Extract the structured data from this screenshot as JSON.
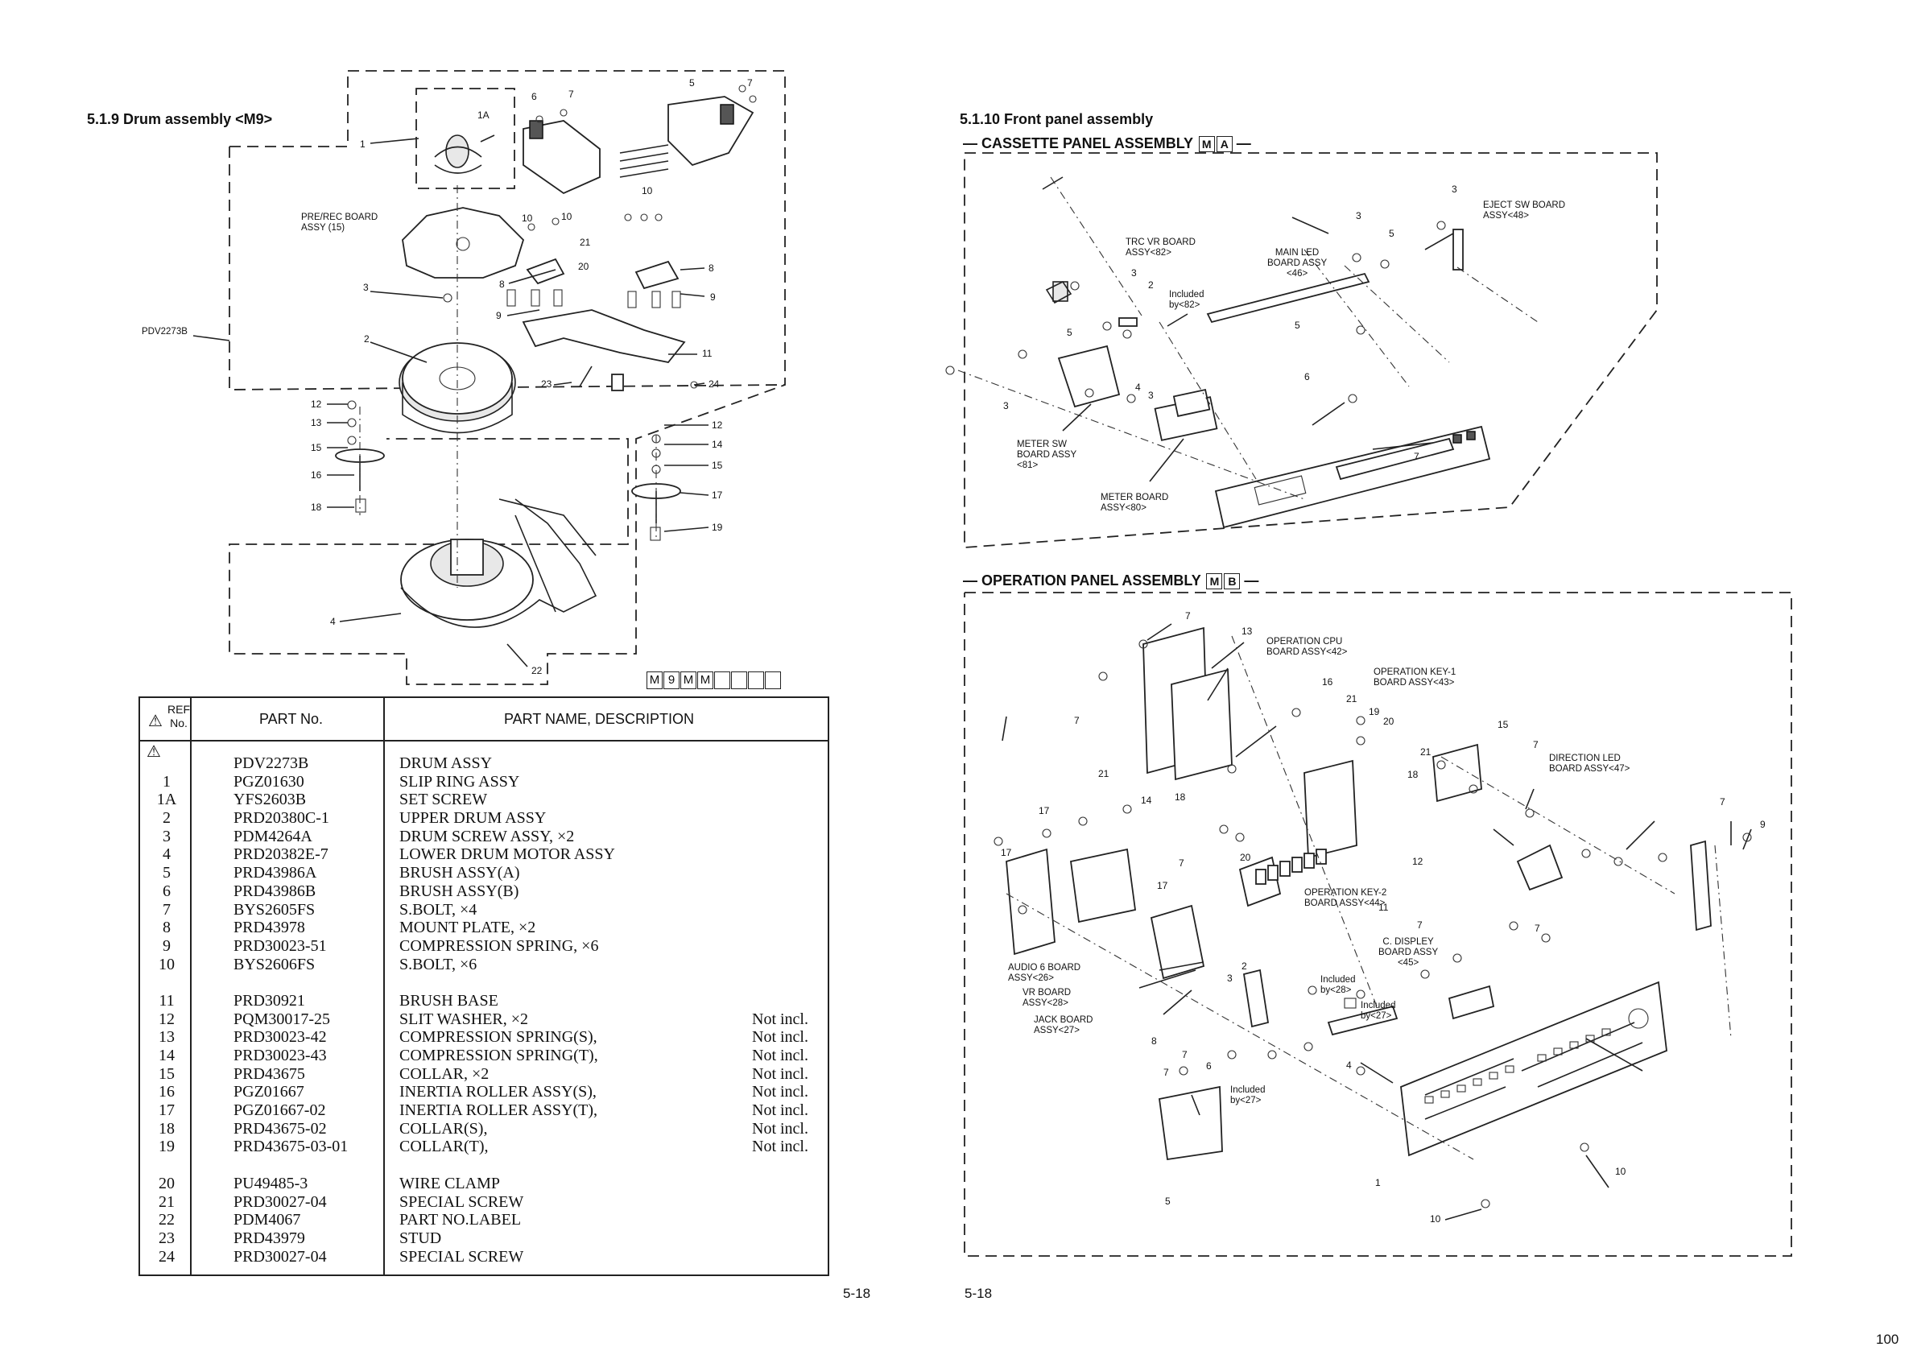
{
  "left_page": {
    "section_title": "5.1.9   Drum assembly <M9>",
    "model_code": "PDV2273B",
    "board_label": "PRE/REC BOARD\nASSY (15)",
    "callouts": [
      "1A",
      "6",
      "7",
      "5",
      "7",
      "1",
      "10",
      "10",
      "10",
      "21",
      "8",
      "20",
      "8",
      "9",
      "9",
      "3",
      "2",
      "11",
      "23",
      "24",
      "12",
      "13",
      "15",
      "16",
      "18",
      "12",
      "14",
      "15",
      "17",
      "19",
      "4",
      "22"
    ],
    "badge_cells": [
      "M",
      "9",
      "M",
      "M",
      "",
      "",
      "",
      ""
    ],
    "page_number": "5-18",
    "table": {
      "headers": {
        "ref": "REF\nNo.",
        "part_no": "PART No.",
        "desc": "PART NAME, DESCRIPTION",
        "warn": "⚠"
      },
      "warn_mark": "⚠",
      "rows": [
        {
          "ref": "",
          "part": "PDV2273B",
          "desc": "DRUM ASSY",
          "note": ""
        },
        {
          "ref": "1",
          "part": "PGZ01630",
          "desc": "SLIP RING ASSY",
          "note": ""
        },
        {
          "ref": "1A",
          "part": "YFS2603B",
          "desc": "SET SCREW",
          "note": ""
        },
        {
          "ref": "2",
          "part": "PRD20380C-1",
          "desc": "UPPER DRUM ASSY",
          "note": ""
        },
        {
          "ref": "3",
          "part": "PDM4264A",
          "desc": "DRUM SCREW ASSY,  ×2",
          "note": ""
        },
        {
          "ref": "4",
          "part": "PRD20382E-7",
          "desc": "LOWER DRUM MOTOR ASSY",
          "note": ""
        },
        {
          "ref": "5",
          "part": "PRD43986A",
          "desc": "BRUSH ASSY(A)",
          "note": ""
        },
        {
          "ref": "6",
          "part": "PRD43986B",
          "desc": "BRUSH ASSY(B)",
          "note": ""
        },
        {
          "ref": "7",
          "part": "BYS2605FS",
          "desc": "S.BOLT,  ×4",
          "note": ""
        },
        {
          "ref": "8",
          "part": "PRD43978",
          "desc": "MOUNT PLATE,  ×2",
          "note": ""
        },
        {
          "ref": "9",
          "part": "PRD30023-51",
          "desc": "COMPRESSION SPRING,  ×6",
          "note": ""
        },
        {
          "ref": "10",
          "part": "BYS2606FS",
          "desc": "S.BOLT,  ×6",
          "note": ""
        },
        {
          "ref": "11",
          "part": "PRD30921",
          "desc": "BRUSH BASE",
          "note": ""
        },
        {
          "ref": "12",
          "part": "PQM30017-25",
          "desc": "SLIT WASHER,  ×2",
          "note": "Not incl."
        },
        {
          "ref": "13",
          "part": "PRD30023-42",
          "desc": "COMPRESSION SPRING(S),",
          "note": "Not incl."
        },
        {
          "ref": "14",
          "part": "PRD30023-43",
          "desc": "COMPRESSION SPRING(T),",
          "note": "Not incl."
        },
        {
          "ref": "15",
          "part": "PRD43675",
          "desc": "COLLAR,  ×2",
          "note": "Not incl."
        },
        {
          "ref": "16",
          "part": "PGZ01667",
          "desc": "INERTIA ROLLER ASSY(S),",
          "note": "Not incl."
        },
        {
          "ref": "17",
          "part": "PGZ01667-02",
          "desc": "INERTIA ROLLER ASSY(T),",
          "note": "Not incl."
        },
        {
          "ref": "18",
          "part": "PRD43675-02",
          "desc": "COLLAR(S),",
          "note": "Not incl."
        },
        {
          "ref": "19",
          "part": "PRD43675-03-01",
          "desc": "COLLAR(T),",
          "note": "Not incl."
        },
        {
          "ref": "20",
          "part": "PU49485-3",
          "desc": "WIRE CLAMP",
          "note": ""
        },
        {
          "ref": "21",
          "part": "PRD30027-04",
          "desc": "SPECIAL SCREW",
          "note": ""
        },
        {
          "ref": "22",
          "part": "PDM4067",
          "desc": "PART NO.LABEL",
          "note": ""
        },
        {
          "ref": "23",
          "part": "PRD43979",
          "desc": "STUD",
          "note": ""
        },
        {
          "ref": "24",
          "part": "PRD30027-04",
          "desc": "SPECIAL SCREW",
          "note": ""
        }
      ]
    }
  },
  "right_page": {
    "section_title": "5.1.10   Front panel assembly",
    "page_number": "5-18",
    "cassette": {
      "title": "— CASSETTE PANEL ASSEMBLY",
      "badge": [
        "M",
        "A"
      ],
      "title_tail": "—",
      "labels": {
        "eject": "EJECT SW BOARD\nASSY<48>",
        "trc": "TRC VR BOARD\nASSY<82>",
        "main_led": "MAIN LED\nBOARD ASSY\n<46>",
        "included82": "Included\nby<82>",
        "meter_sw": "METER SW\nBOARD ASSY\n<81>",
        "meter": "METER BOARD\nASSY<80>"
      },
      "callouts": [
        "3",
        "3",
        "5",
        "3",
        "2",
        "5",
        "5",
        "6",
        "4",
        "3",
        "3",
        "7"
      ]
    },
    "operation": {
      "title": "— OPERATION PANEL ASSEMBLY",
      "badge": [
        "M",
        "B"
      ],
      "title_tail": "—",
      "labels": {
        "cpu": "OPERATION CPU\nBOARD ASSY<42>",
        "key1": "OPERATION KEY-1\nBOARD ASSY<43>",
        "dir_led": "DIRECTION LED\nBOARD ASSY<47>",
        "key2": "OPERATION KEY-2\nBOARD ASSY<44>",
        "cdisp": "C. DISPLEY\nBOARD ASSY\n<45>",
        "audio6": "AUDIO 6 BOARD\nASSY<26>",
        "vr": "VR BOARD\nASSY<28>",
        "jack": "JACK BOARD\nASSY<27>",
        "inc28": "Included\nby<28>",
        "inc27a": "Included\nby<27>",
        "inc27b": "Included\nby<27>"
      },
      "callouts": [
        "7",
        "13",
        "7",
        "16",
        "21",
        "19",
        "20",
        "15",
        "7",
        "21",
        "18",
        "21",
        "14",
        "18",
        "17",
        "17",
        "17",
        "20",
        "7",
        "12",
        "11",
        "7",
        "9",
        "7",
        "7",
        "8",
        "6",
        "3",
        "2",
        "4",
        "7",
        "7",
        "5",
        "1",
        "10",
        "10"
      ]
    }
  },
  "corner_page_number": "100"
}
